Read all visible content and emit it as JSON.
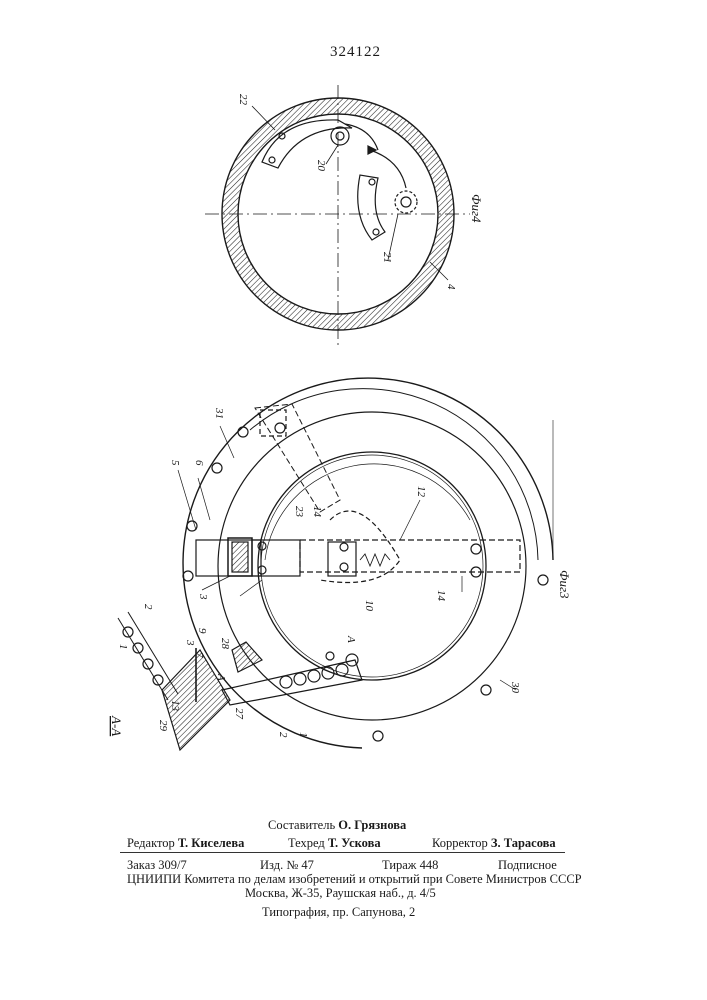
{
  "header": {
    "patent_number": "324122"
  },
  "figures": {
    "fig4": {
      "caption": "Фиг4",
      "labels": {
        "l22": "22",
        "l20": "20",
        "l21": "21",
        "l4": "4"
      }
    },
    "fig3": {
      "caption": "Фиг3",
      "section_label": "А-А",
      "labels": {
        "l31": "31",
        "l6": "6",
        "l5": "5",
        "l23": "23",
        "l14a": "14",
        "l12": "12",
        "l10": "10",
        "l14b": "14",
        "l3a": "3",
        "l2a": "2",
        "l1a": "1",
        "l9": "9",
        "l3b": "3",
        "l28": "28",
        "l7": "7",
        "l13": "13",
        "l29": "29",
        "l27": "27",
        "l2b": "2",
        "l1b": "1",
        "l30": "30",
        "lA1": "А",
        "lA2": "А"
      }
    }
  },
  "imprint": {
    "composer_label": "Составитель",
    "composer_name": "О. Грязнова",
    "editor_label": "Редактор",
    "editor_name": "Т. Киселева",
    "techred_label": "Техред",
    "techred_name": "Т. Ускова",
    "corrector_label": "Корректор",
    "corrector_name": "З. Тарасова",
    "order": "Заказ 309/7",
    "izd": "Изд. № 47",
    "tirazh": "Тираж 448",
    "podpisnoe": "Подписное",
    "org": "ЦНИИПИ Комитета по делам изобретений и открытий при Совете Министров СССР",
    "address": "Москва, Ж-35, Раушская наб., д. 4/5",
    "printer": "Типография, пр. Сапунова, 2"
  }
}
